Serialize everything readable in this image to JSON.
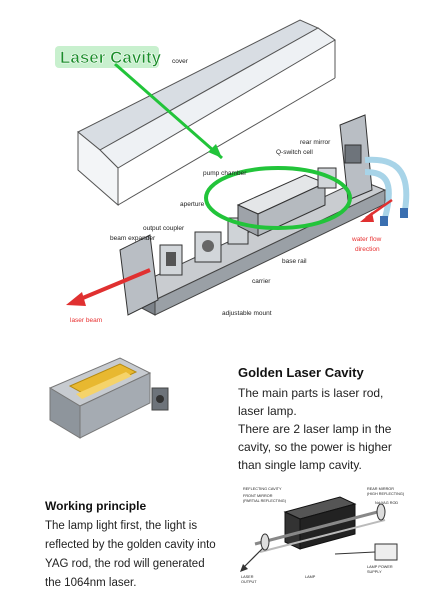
{
  "diagram": {
    "callout": "Laser Cavity",
    "labels": {
      "cover": "cover",
      "rear_mirror": "rear mirror",
      "qswitch": "Q-switch cell",
      "pump_chamber": "pump chamber",
      "aperture": "aperture",
      "output_coupler": "output coupler",
      "beam_expander": "beam expander",
      "base_rail": "base rail",
      "carrier": "carrier",
      "adjustable_mount": "adjustable mount",
      "laser_beam": "laser beam",
      "water_flow_1": "water flow",
      "water_flow_2": "direction"
    }
  },
  "cavity": {
    "title": "Golden Laser Cavity",
    "lines": [
      "The main parts is laser rod,",
      "laser lamp.",
      "There are 2 laser lamp in the",
      "cavity, so the power is higher",
      "than single lamp cavity."
    ]
  },
  "principle": {
    "title": "Working principle",
    "lines": [
      "The lamp light first, the light is",
      "reflected by the golden cavity into",
      "YAG rod,  the rod will generated",
      "the 1064nm laser."
    ]
  },
  "schematic": {
    "labels": {
      "reflecting_cavity": "REFLECTING CAVITY",
      "front_mirror": "FRONT MIRROR",
      "front_mirror_sub": "(PARTIAL REFLECTING)",
      "rear_mirror": "REAR MIRROR",
      "rear_mirror_sub": "(HIGH REFLECTING)",
      "nd_yag_rod": "Nd:YAG ROD",
      "laser_output": "LASER",
      "laser_output_2": "OUTPUT",
      "lamp": "LAMP",
      "lamp_power_1": "LAMP POWER",
      "lamp_power_2": "SUPPLY"
    }
  },
  "colors": {
    "callout_green": "#22c43a",
    "arrow_red": "#e03030",
    "gold": "#e8b830"
  }
}
